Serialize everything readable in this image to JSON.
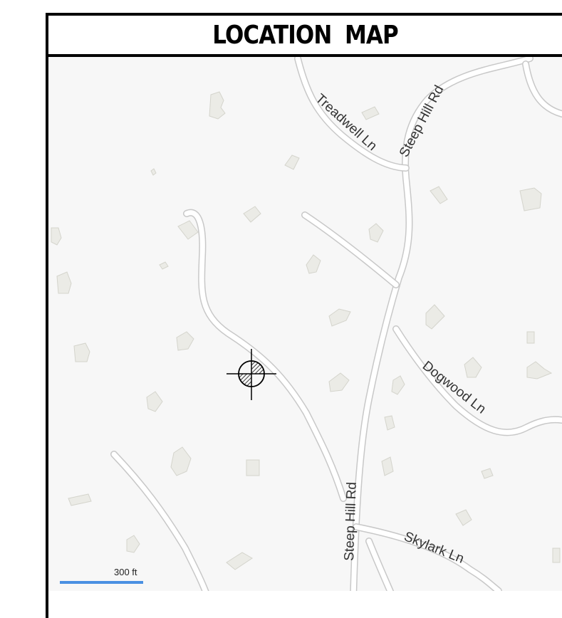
{
  "title": "LOCATION  MAP",
  "roads": {
    "steep_hill_top": "Steep Hill Rd",
    "steep_hill_bottom": "Steep Hill Rd",
    "treadwell": "Treadwell Ln",
    "dogwood": "Dogwood Ln",
    "skylark": "Skylark Ln"
  },
  "scale_bar": {
    "label": "300 ft",
    "color": "#4a90e2"
  },
  "colors": {
    "background": "#f7f7f7",
    "road": "#ffffff",
    "road_casing": "#c8c8c8",
    "building": "#ebebe6",
    "marker": "#000000"
  },
  "marker_icon": "crosshair-hatched-circle-icon"
}
